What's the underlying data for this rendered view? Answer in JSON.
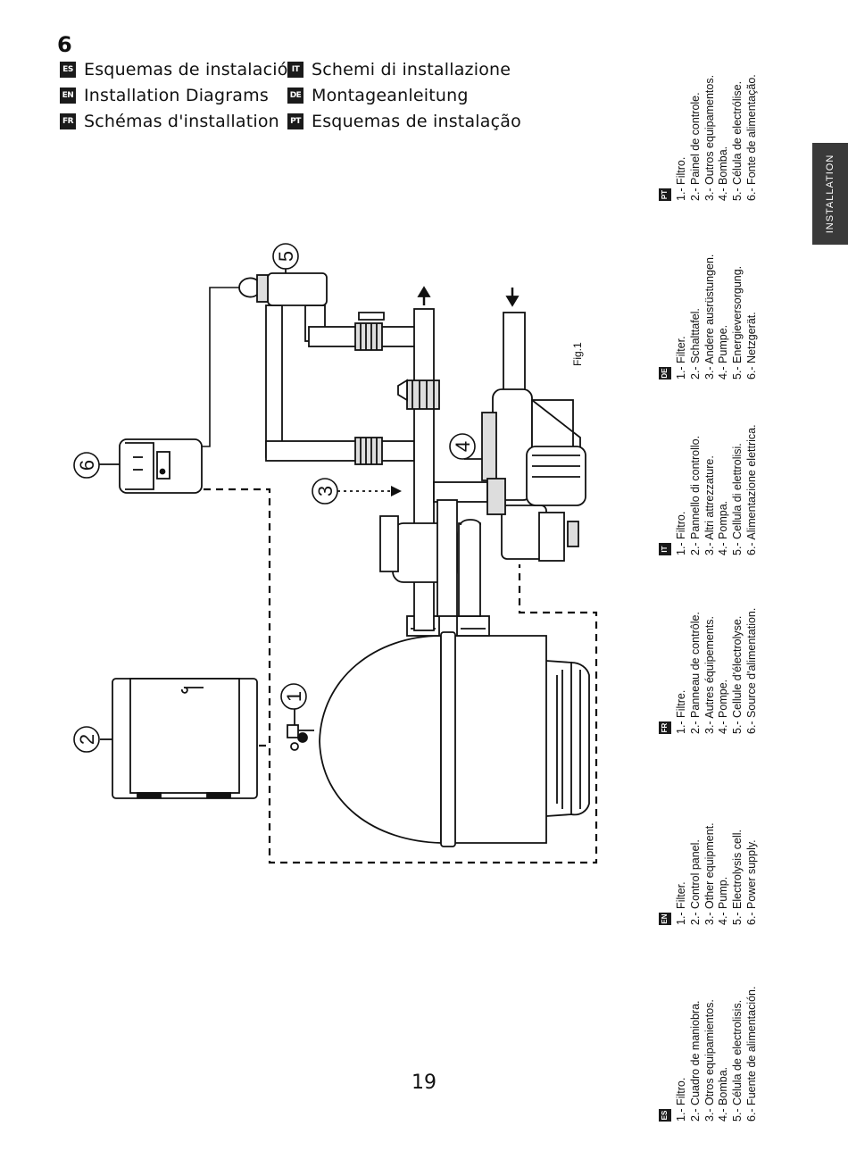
{
  "section_number": "6",
  "side_tab": "INSTALLATION",
  "languages": [
    {
      "code": "ES",
      "title": "Esquemas de instalación"
    },
    {
      "code": "EN",
      "title": "Installation Diagrams"
    },
    {
      "code": "FR",
      "title": "Schémas d'installation"
    },
    {
      "code": "IT",
      "title": "Schemi di installazione"
    },
    {
      "code": "DE",
      "title": "Montageanleitung"
    },
    {
      "code": "PT",
      "title": "Esquemas de instalação"
    }
  ],
  "figure": {
    "label": "Fig.1",
    "callouts": [
      "1",
      "2",
      "3",
      "4",
      "5",
      "6"
    ]
  },
  "legends": {
    "es": {
      "code": "ES",
      "items": [
        "1.- Filtro.",
        "2.- Cuadro de maniobra.",
        "3.- Otros equipamientos.",
        "4.- Bomba.",
        "5.- Célula de electrolisis.",
        "6.- Fuente de alimentación."
      ]
    },
    "en": {
      "code": "EN",
      "items": [
        "1.- Filter.",
        "2.- Control panel.",
        "3.- Other equipment.",
        "4.- Pump.",
        "5.- Electrolysis cell.",
        "6.- Power supply."
      ]
    },
    "fr": {
      "code": "FR",
      "items": [
        "1.- Filtre.",
        "2.- Panneau de contrôle.",
        "3.- Autres équipements.",
        "4.- Pompe.",
        "5.- Cellule d'électrolyse.",
        "6.- Source d'alimentation."
      ]
    },
    "it": {
      "code": "IT",
      "items": [
        "1.- Filtro.",
        "2.- Pannello di controllo.",
        "3.- Altri attrezzature.",
        "4.- Pompa.",
        "5.- Cellula di elettrolisi.",
        "6.- Alimentazione elettrica."
      ]
    },
    "de": {
      "code": "DE",
      "items": [
        "1.- Filter.",
        "2.- Schalttafel.",
        "3.- Andere ausrüstungen.",
        "4.- Pumpe.",
        "5.- Energieversorgung.",
        "6.- Netzgerät."
      ]
    },
    "pt": {
      "code": "PT",
      "items": [
        "1.- Filtro.",
        "2.- Painel de controle.",
        "3.- Outros equipamentos.",
        "4.- Bomba.",
        "5.- Célula de electrólise.",
        "6.- Fonte de alimentação."
      ]
    }
  },
  "page_number": "19"
}
